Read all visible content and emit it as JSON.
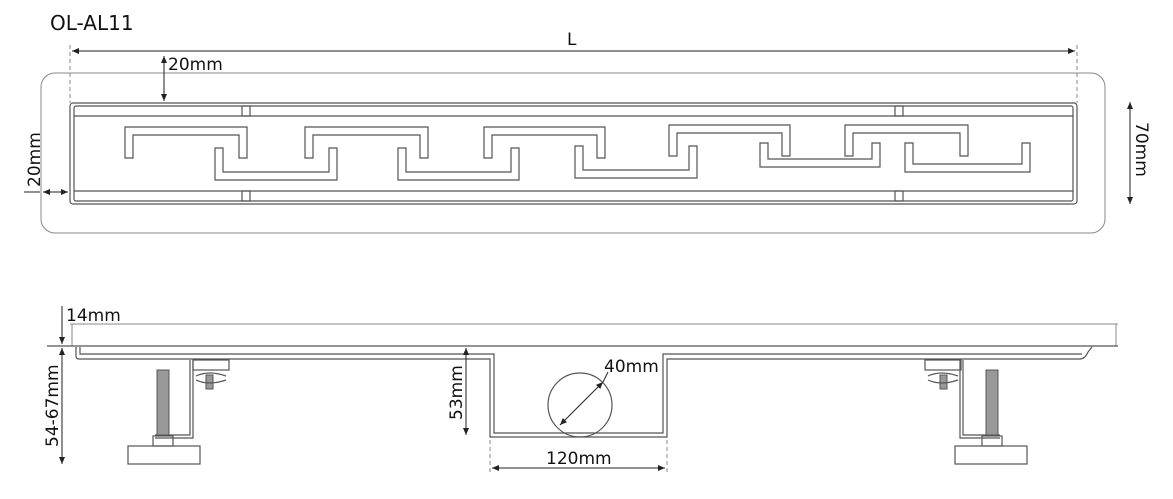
{
  "title": "OL-AL11",
  "top_view": {
    "length_label": "L",
    "top_margin_label": "20mm",
    "side_margin_label": "20mm",
    "width_label": "70mm"
  },
  "side_view": {
    "grate_height_label": "14mm",
    "adjust_height_label": "54-67mm",
    "channel_depth_label": "53mm",
    "outlet_diameter_label": "40mm",
    "outlet_width_label": "120mm"
  }
}
